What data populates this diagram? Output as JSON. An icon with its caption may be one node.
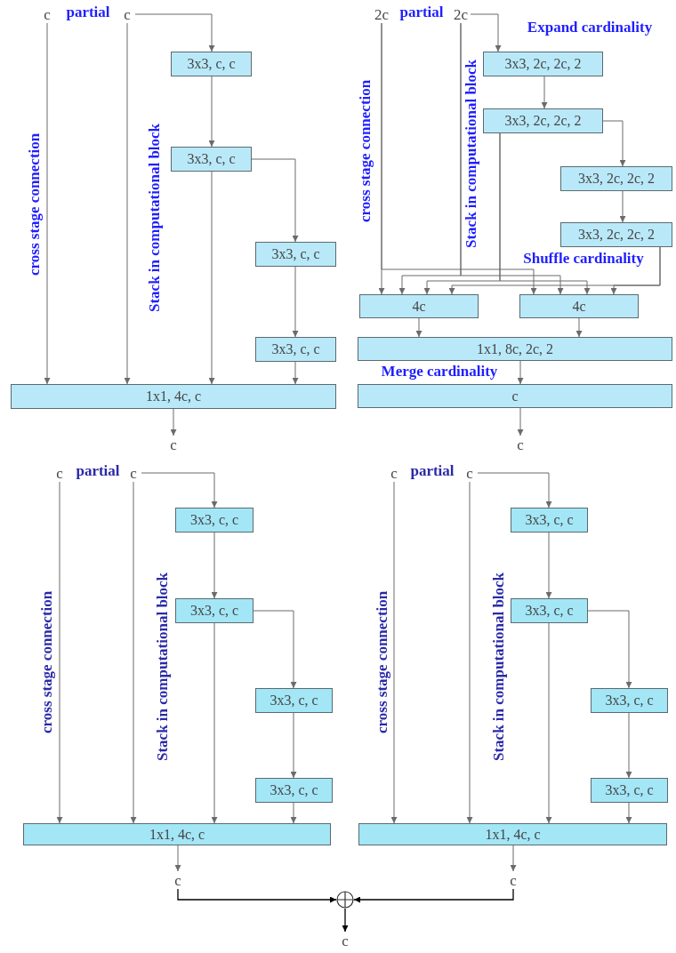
{
  "diagram": {
    "nodes": [
      {
        "text": [
          "c"
        ]
      },
      {
        "text": [
          "c"
        ]
      },
      {
        "text": [
          "3x3, c, c"
        ]
      },
      {
        "text": [
          "3x3, c, c"
        ]
      },
      {
        "text": [
          "3x3, c, c"
        ]
      },
      {
        "text": [
          "3x3, c, c"
        ]
      },
      {
        "text": [
          "1x1, 4c, c"
        ]
      },
      {
        "text": [
          "c"
        ]
      },
      {
        "text": [
          "2c"
        ]
      },
      {
        "text": [
          "2c"
        ]
      },
      {
        "text": [
          "3x3, 2c, 2c, 2"
        ]
      },
      {
        "text": [
          "3x3, 2c, 2c, 2"
        ]
      },
      {
        "text": [
          "3x3, 2c, 2c, 2"
        ]
      },
      {
        "text": [
          "3x3, 2c, 2c, 2"
        ]
      },
      {
        "text": [
          "4c"
        ]
      },
      {
        "text": [
          "4c"
        ]
      },
      {
        "text": [
          "1x1, 8c, 2c, 2"
        ]
      },
      {
        "text": [
          "c"
        ]
      },
      {
        "text": [
          "c"
        ]
      },
      {
        "text": [
          "c"
        ]
      },
      {
        "text": [
          "c"
        ]
      },
      {
        "text": [
          "3x3, c, c"
        ]
      },
      {
        "text": [
          "3x3, c, c"
        ]
      },
      {
        "text": [
          "3x3, c, c"
        ]
      },
      {
        "text": [
          "3x3, c, c"
        ]
      },
      {
        "text": [
          "1x1, 4c, c"
        ]
      },
      {
        "text": [
          "c"
        ]
      },
      {
        "text": [
          "c"
        ]
      },
      {
        "text": [
          "c"
        ]
      },
      {
        "text": [
          "3x3, c, c"
        ]
      },
      {
        "text": [
          "3x3, c, c"
        ]
      },
      {
        "text": [
          "3x3, c, c"
        ]
      },
      {
        "text": [
          "3x3, c, c"
        ]
      },
      {
        "text": [
          "1x1, 4c, c"
        ]
      },
      {
        "text": [
          "c"
        ]
      },
      {
        "text": [],
        "shape": "circle"
      },
      {
        "text": [
          "c"
        ]
      }
    ],
    "edges": [
      {
        "from": 0,
        "to": 6,
        "arrow": "to"
      },
      {
        "from": 1,
        "to": 6,
        "arrow": "to"
      },
      {
        "from": 1,
        "to": 2,
        "arrow": "to"
      },
      {
        "from": 2,
        "to": 3,
        "arrow": "to"
      },
      {
        "from": 3,
        "to": 6,
        "arrow": "to"
      },
      {
        "from": 3,
        "to": 4,
        "arrow": "to"
      },
      {
        "from": 4,
        "to": 5,
        "arrow": "to"
      },
      {
        "from": 5,
        "to": 6,
        "arrow": "to"
      },
      {
        "from": 6,
        "to": 7,
        "arrow": "to"
      },
      {
        "from": 8,
        "to": 14,
        "arrow": "to"
      },
      {
        "from": 8,
        "to": 15,
        "arrow": "to"
      },
      {
        "from": 9,
        "to": 14,
        "arrow": "to"
      },
      {
        "from": 9,
        "to": 15,
        "arrow": "to"
      },
      {
        "from": 9,
        "to": 10,
        "arrow": "to"
      },
      {
        "from": 10,
        "to": 11,
        "arrow": "to"
      },
      {
        "from": 11,
        "to": 14,
        "arrow": "to"
      },
      {
        "from": 11,
        "to": 15,
        "arrow": "to"
      },
      {
        "from": 11,
        "to": 12,
        "arrow": "to"
      },
      {
        "from": 12,
        "to": 13,
        "arrow": "to"
      },
      {
        "from": 13,
        "to": 14,
        "arrow": "to"
      },
      {
        "from": 13,
        "to": 15,
        "arrow": "to"
      },
      {
        "from": 14,
        "to": 16,
        "arrow": "to"
      },
      {
        "from": 15,
        "to": 16,
        "arrow": "to"
      },
      {
        "from": 16,
        "to": 17,
        "arrow": "to"
      },
      {
        "from": 17,
        "to": 18,
        "arrow": "to"
      },
      {
        "from": 19,
        "to": 25,
        "arrow": "to"
      },
      {
        "from": 20,
        "to": 25,
        "arrow": "to"
      },
      {
        "from": 20,
        "to": 21,
        "arrow": "to"
      },
      {
        "from": 21,
        "to": 22,
        "arrow": "to"
      },
      {
        "from": 22,
        "to": 25,
        "arrow": "to"
      },
      {
        "from": 22,
        "to": 23,
        "arrow": "to"
      },
      {
        "from": 23,
        "to": 24,
        "arrow": "to"
      },
      {
        "from": 24,
        "to": 25,
        "arrow": "to"
      },
      {
        "from": 25,
        "to": 26,
        "arrow": "to"
      },
      {
        "from": 27,
        "to": 33,
        "arrow": "to"
      },
      {
        "from": 28,
        "to": 33,
        "arrow": "to"
      },
      {
        "from": 28,
        "to": 29,
        "arrow": "to"
      },
      {
        "from": 29,
        "to": 30,
        "arrow": "to"
      },
      {
        "from": 30,
        "to": 33,
        "arrow": "to"
      },
      {
        "from": 30,
        "to": 31,
        "arrow": "to"
      },
      {
        "from": 31,
        "to": 32,
        "arrow": "to"
      },
      {
        "from": 32,
        "to": 33,
        "arrow": "to"
      },
      {
        "from": 33,
        "to": 34,
        "arrow": "to"
      },
      {
        "from": 26,
        "to": 35,
        "arrow": "to",
        "color": "#000000"
      },
      {
        "from": 34,
        "to": 35,
        "arrow": "to",
        "color": "#000000"
      },
      {
        "from": 35,
        "to": 36,
        "arrow": "to",
        "color": "#000000"
      }
    ],
    "labels": [
      "partial",
      "partial",
      "Expand cardinality",
      "cross stage connection",
      "Stack in computational block",
      "cross stage connection",
      "Stack in computational block",
      "Shuffle cardinality",
      "Merge cardinality",
      "partial",
      "partial",
      "cross stage connection",
      "Stack in computational block",
      "cross stage connection",
      "Stack in computational block"
    ]
  }
}
